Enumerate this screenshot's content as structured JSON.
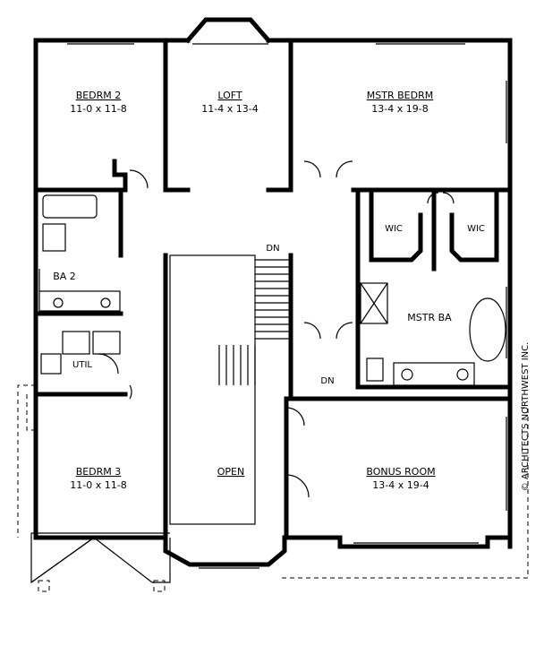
{
  "rooms": {
    "bedrm2": {
      "name": "BEDRM 2",
      "size": "11-0 x 11-8"
    },
    "loft": {
      "name": "LOFT",
      "size": "11-4 x 13-4"
    },
    "mstr_bedrm": {
      "name": "MSTR BEDRM",
      "size": "13-4 x 19-8"
    },
    "wic_left": {
      "name": "WIC"
    },
    "wic_right": {
      "name": "WIC"
    },
    "ba2": {
      "name": "BA 2"
    },
    "mstr_ba": {
      "name": "MSTR BA"
    },
    "util": {
      "name": "UTIL"
    },
    "bedrm3": {
      "name": "BEDRM 3",
      "size": "11-0 x 11-8"
    },
    "open": {
      "name": "OPEN"
    },
    "bonus_room": {
      "name": "BONUS ROOM",
      "size": "13-4 x 19-4"
    }
  },
  "stairs": {
    "down_upper": "DN",
    "down_lower": "DN"
  },
  "copyright": "© ARCHITECTS NORTHWEST INC."
}
